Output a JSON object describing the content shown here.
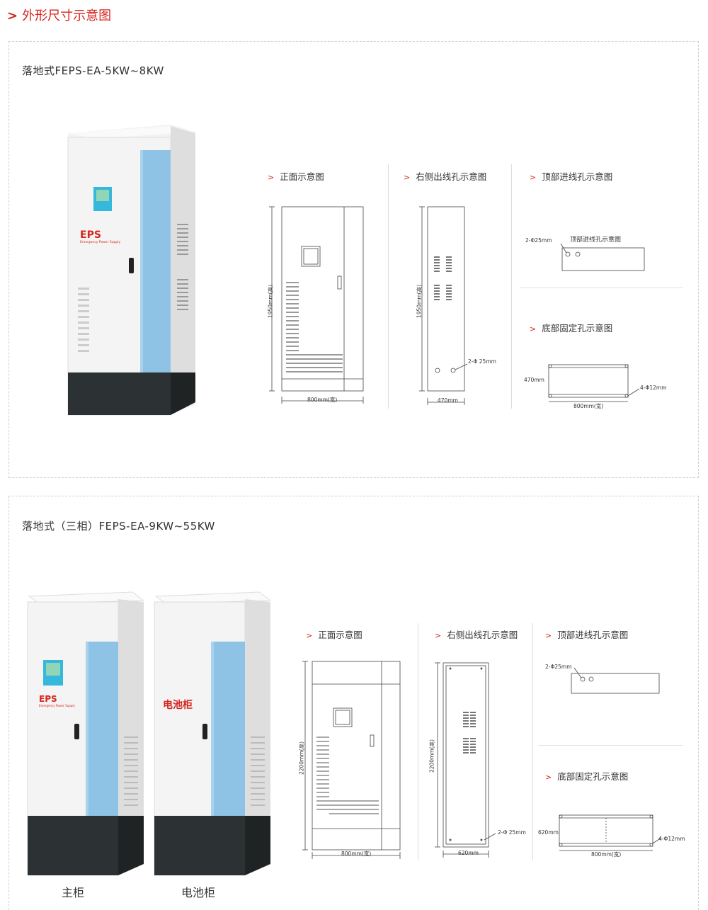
{
  "header": {
    "title": "外形尺寸示意图"
  },
  "product1": {
    "title": "落地式FEPS-EA-5KW~8KW",
    "cabinet": {
      "brand": "EPS",
      "brand_sub": "Emergency Power Supply"
    },
    "sections": {
      "front": "正面示意图",
      "side": "右侧出线孔示意图",
      "top": "顶部进线孔示意图",
      "bottom": "底部固定孔示意图"
    },
    "dims": {
      "front_height": "1950mm(高)",
      "front_width": "800mm(宽)",
      "side_height": "1950mm(高)",
      "side_depth": "470mm",
      "side_holes": "2-Φ 25mm",
      "top_holes": "2-Φ25mm",
      "top_label": "顶部进线孔示意图",
      "bottom_depth": "470mm",
      "bottom_holes": "4-Φ12mm",
      "bottom_width": "800mm(宽)"
    }
  },
  "product2": {
    "title": "落地式（三相）FEPS-EA-9KW~55KW",
    "main_cabinet": {
      "brand": "EPS",
      "brand_sub": "Emergency Power Supply",
      "caption": "主柜"
    },
    "battery_cabinet": {
      "label": "电池柜",
      "caption": "电池柜"
    },
    "sections": {
      "front": "正面示意图",
      "side": "右侧出线孔示意图",
      "top": "顶部进线孔示意图",
      "bottom": "底部固定孔示意图"
    },
    "dims": {
      "front_height": "2200mm(高)",
      "front_width": "800mm(宽)",
      "side_height": "2200mm(高)",
      "side_depth": "620mm",
      "side_holes": "2-Φ 25mm",
      "top_holes": "2-Φ25mm",
      "bottom_depth": "620mm",
      "bottom_holes": "4-Φ12mm",
      "bottom_width": "800mm(宽)"
    }
  },
  "colors": {
    "accent": "#d7261f",
    "cabinet_blue": "#8fc3e6",
    "cabinet_base": "#2c3133",
    "screen": "#36b8dc"
  }
}
